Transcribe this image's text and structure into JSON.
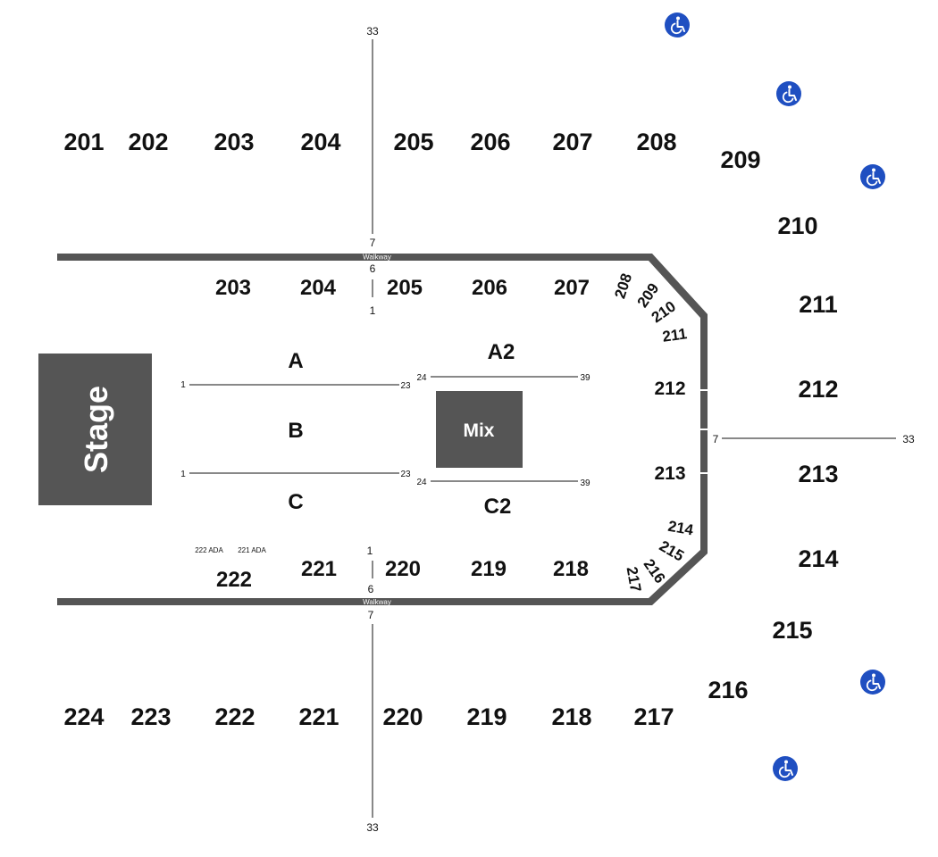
{
  "colors": {
    "structure": "#555555",
    "accessible": "#1f4fc1",
    "text": "#111111"
  },
  "stage": {
    "label": "Stage"
  },
  "mix": {
    "label": "Mix"
  },
  "walkway": {
    "top_label": "Walkway",
    "bottom_label": "Walkway"
  },
  "upper_top_sections": [
    "201",
    "202",
    "203",
    "204",
    "205",
    "206",
    "207",
    "208",
    "209",
    "210"
  ],
  "upper_right_sections": [
    "211",
    "212",
    "213",
    "214",
    "215",
    "216"
  ],
  "upper_bottom_sections": [
    "224",
    "223",
    "222",
    "221",
    "220",
    "219",
    "218",
    "217"
  ],
  "floor_top_sections": [
    "203",
    "204",
    "205",
    "206",
    "207"
  ],
  "floor_top_corner_sections": [
    "208",
    "209",
    "210",
    "211"
  ],
  "floor_right_sections": [
    "212",
    "213"
  ],
  "floor_bottom_corner_sections": [
    "214",
    "215",
    "216",
    "217"
  ],
  "floor_bottom_sections": [
    "222",
    "221",
    "220",
    "219",
    "218"
  ],
  "ada_labels": {
    "a": "222 ADA",
    "b": "221 ADA"
  },
  "floor_rows": {
    "A": "A",
    "B": "B",
    "C": "C",
    "A2": "A2",
    "C2": "C2"
  },
  "seat_numbers": {
    "aisle_top_start": "33",
    "aisle_top_end": "7",
    "aisle_top_inner_a": "6",
    "aisle_top_inner_b": "1",
    "aisle_bottom_inner_a": "1",
    "aisle_bottom_inner_b": "6",
    "aisle_bottom_end": "7",
    "aisle_bottom_start": "33",
    "right_aisle_start": "7",
    "right_aisle_end": "33",
    "row_a_start": "1",
    "row_a_end": "23",
    "row_a2_start": "24",
    "row_a2_end": "39",
    "row_c_start": "1",
    "row_c_end": "23",
    "row_c2_start": "24",
    "row_c2_end": "39"
  },
  "accessible_icon_count": 5
}
